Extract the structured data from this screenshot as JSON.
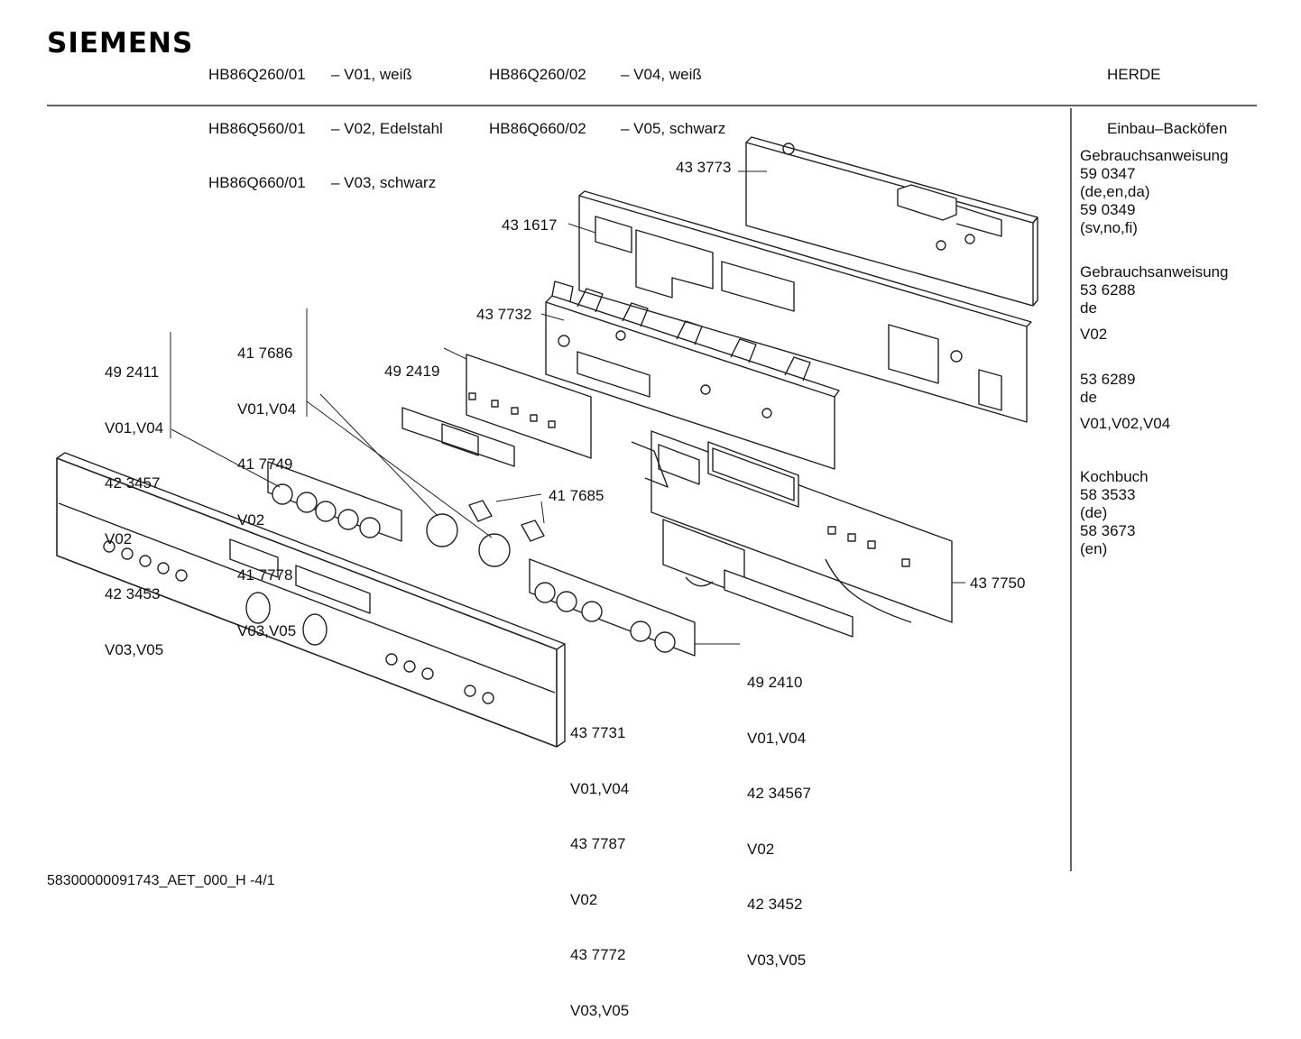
{
  "header": {
    "brand": "SIEMENS",
    "models_col1": [
      "HB86Q260/01",
      "HB86Q560/01",
      "HB86Q660/01"
    ],
    "variants_col1": [
      "– V01, weiß",
      "– V02, Edelstahl",
      "– V03, schwarz"
    ],
    "models_col2": [
      "HB86Q260/02",
      "HB86Q660/02"
    ],
    "variants_col2": [
      "– V04, weiß",
      "– V05, schwarz"
    ],
    "category": [
      "HERDE",
      "Einbau–Backöfen"
    ]
  },
  "sidebar": {
    "groups": [
      {
        "lines": [
          "Gebrauchsanweisung",
          "59 0347",
          "(de,en,da)",
          "59 0349",
          "(sv,no,fi)"
        ]
      },
      {
        "lines": [
          "Gebrauchsanweisung",
          "53 6288",
          "de"
        ]
      },
      {
        "lines": [
          "V02"
        ]
      },
      {
        "lines": [
          "53 6289",
          "de"
        ]
      },
      {
        "lines": [
          "V01,V02,V04"
        ]
      },
      {
        "lines": [
          "Kochbuch",
          "58 3533",
          "(de)",
          "58 3673",
          "(en)"
        ]
      }
    ]
  },
  "parts": {
    "p433773": "43 3773",
    "p431617": "43 1617",
    "p437732": "43 7732",
    "p492419": "49 2419",
    "p417685": "41 7685",
    "p437750": "43 7750",
    "group_492411": [
      "49 2411",
      "V01,V04",
      "42 3457",
      "V02",
      "42 3453",
      "V03,V05"
    ],
    "group_417686": [
      "41 7686",
      "V01,V04",
      "41 7749",
      "V02",
      "41 7778",
      "V03,V05"
    ],
    "group_492410": [
      "49 2410",
      "V01,V04",
      "42 34567",
      "V02",
      "42 3452",
      "V03,V05"
    ],
    "group_437731": [
      "43 7731",
      "V01,V04",
      "43 7787",
      "V02",
      "43 7772",
      "V03,V05"
    ]
  },
  "footer": {
    "code": "58300000091743_AET_000_H  -4/1"
  }
}
